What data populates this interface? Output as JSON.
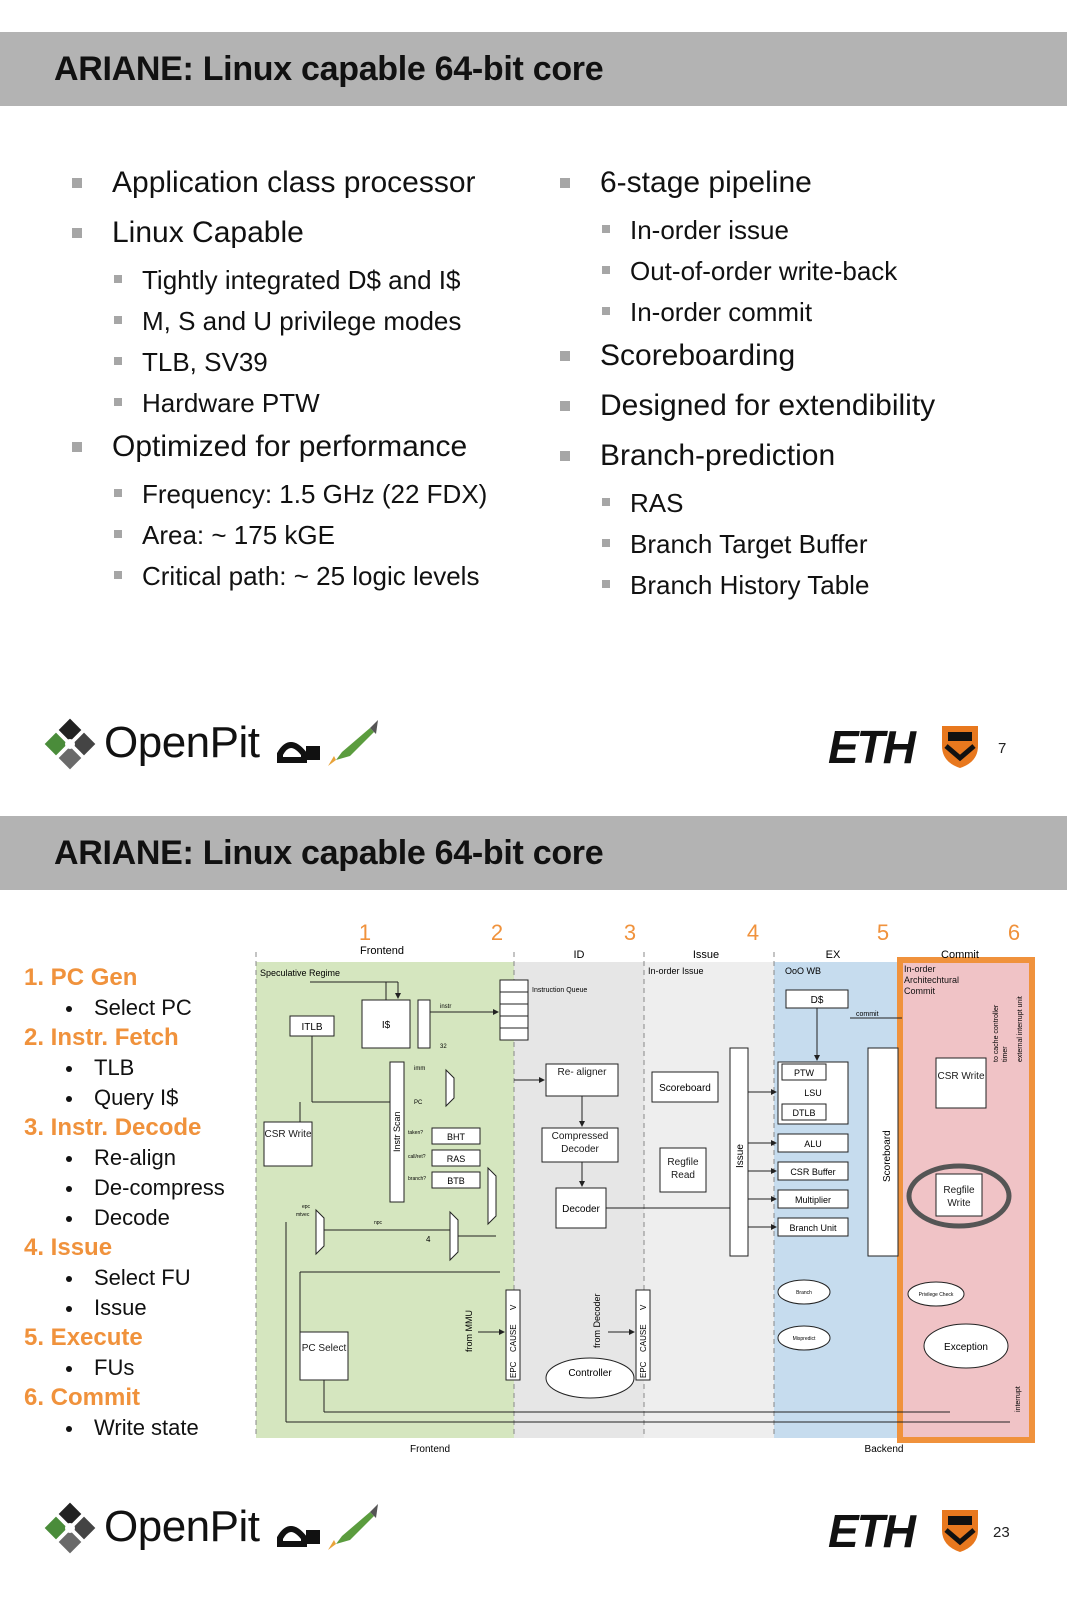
{
  "slide1": {
    "title": "ARIANE: Linux capable 64-bit core",
    "left_items": [
      {
        "level": 1,
        "text": "Application class processor"
      },
      {
        "level": 1,
        "text": "Linux Capable"
      },
      {
        "level": 2,
        "text": "Tightly integrated D$ and I$"
      },
      {
        "level": 2,
        "text": "M, S and U privilege modes"
      },
      {
        "level": 2,
        "text": "TLB, SV39"
      },
      {
        "level": 2,
        "text": "Hardware PTW"
      },
      {
        "level": 1,
        "text": "Optimized for performance"
      },
      {
        "level": 2,
        "text": "Frequency: 1.5 GHz (22 FDX)"
      },
      {
        "level": 2,
        "text": "Area: ~ 175 kGE"
      },
      {
        "level": 2,
        "text": "Critical path: ~ 25 logic levels"
      }
    ],
    "right_items": [
      {
        "level": 1,
        "text": "6-stage pipeline"
      },
      {
        "level": 2,
        "text": "In-order issue"
      },
      {
        "level": 2,
        "text": "Out-of-order write-back"
      },
      {
        "level": 2,
        "text": "In-order commit"
      },
      {
        "level": 1,
        "text": "Scoreboarding"
      },
      {
        "level": 1,
        "text": "Designed for extendibility"
      },
      {
        "level": 1,
        "text": "Branch-prediction"
      },
      {
        "level": 2,
        "text": "RAS"
      },
      {
        "level": 2,
        "text": "Branch Target Buffer"
      },
      {
        "level": 2,
        "text": "Branch History Table"
      }
    ],
    "logo_open": "Open",
    "logo_piton": "Pit",
    "eth": "ETH",
    "page": "7"
  },
  "slide2": {
    "title": "ARIANE: Linux capable 64-bit core",
    "steps": [
      {
        "label": "1. PC Gen",
        "subs": [
          "Select PC"
        ]
      },
      {
        "label": "2. Instr. Fetch",
        "subs": [
          "TLB",
          "Query I$"
        ]
      },
      {
        "label": "3. Instr. Decode",
        "subs": [
          "Re-align",
          "De-compress",
          "Decode"
        ]
      },
      {
        "label": "4. Issue",
        "subs": [
          "Select FU",
          "Issue"
        ]
      },
      {
        "label": "5.   Execute",
        "subs": [
          "FUs"
        ]
      },
      {
        "label": "6. Commit",
        "subs": [
          "Write state"
        ]
      }
    ],
    "stage_numbers": [
      "1",
      "2",
      "3",
      "4",
      "5",
      "6"
    ],
    "stage_names": [
      "Frontend",
      "ID",
      "Issue",
      "EX",
      "Commit"
    ],
    "region_labels": [
      "Speculative Regime",
      "In-order Issue",
      "OoO WB",
      "In-order Architechtural Commit"
    ],
    "blocks": {
      "itlb": "ITLB",
      "icache": "I$",
      "csr_write": "CSR Write",
      "instr_scan": "Instr Scan",
      "bht": "BHT",
      "ras": "RAS",
      "btb": "BTB",
      "pc_select": "PC Select",
      "instr_queue": "Instruction Queue",
      "realigner": "Re- aligner",
      "compressed_decoder": "Compressed Decoder",
      "decoder": "Decoder",
      "scoreboard": "Scoreboard",
      "regfile_read": "Regfile Read",
      "issue": "Issue",
      "dcache": "D$",
      "ptw": "PTW",
      "lsu": "LSU",
      "dtlb": "DTLB",
      "alu": "ALU",
      "csr_buffer": "CSR Buffer",
      "multiplier": "Multiplier",
      "branch_unit": "Branch Unit",
      "scoreboard2": "Scoreboard",
      "csr_write2": "CSR Write",
      "regfile_write": "Regfile Write",
      "privilege_check": "Privilege Check",
      "exception": "Exception",
      "branch": "Branch",
      "mispredict": "Mispredict",
      "controller": "Controller",
      "from_mmu": "from MMU",
      "from_decoder": "from Decoder",
      "epc": "EPC",
      "cause": "CAUSE",
      "v": "V",
      "commit": "commit",
      "instr": "instr",
      "imm": "imm",
      "pc": "PC",
      "taken": "taken?",
      "call": "call/ret?",
      "branch_q": "branch?",
      "npc": "npc",
      "epc_l": "epc",
      "mtvec": "mtvec",
      "four": "4",
      "thirtytwo": "32",
      "frontend_bottom": "Frontend",
      "backend_bottom": "Backend",
      "interrupt": "interrupt",
      "to_cache": "to cache controller",
      "timer": "timer",
      "ext_irq": "external interrupt unit"
    },
    "logo_open": "Open",
    "logo_piton": "Pit",
    "eth": "ETH",
    "page": "23"
  },
  "colors": {
    "title_bar": "#b3b3b3",
    "accent_orange": "#f0923c",
    "frontend_green": "#d5e6bf",
    "id_gray": "#e6e6e6",
    "issue_gray": "#eeeeee",
    "ex_blue": "#c6dcee",
    "commit_pink": "#f0c3c6"
  }
}
